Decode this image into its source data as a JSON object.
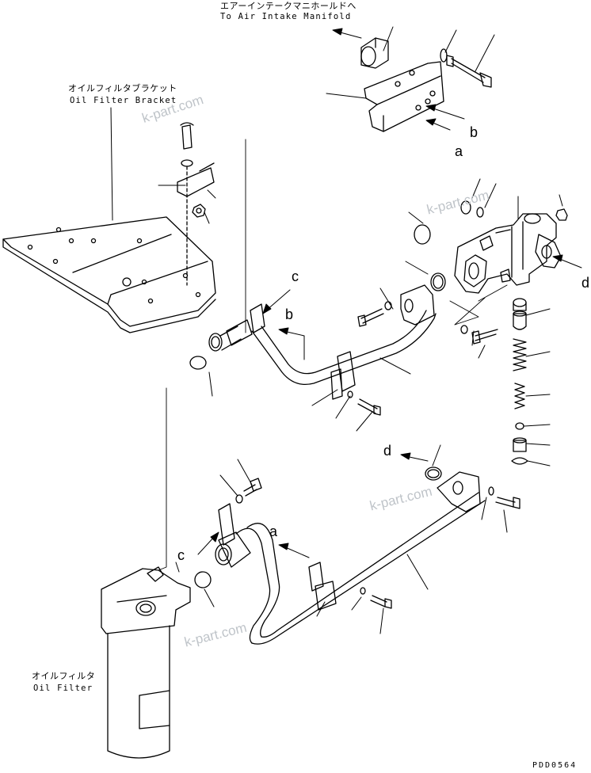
{
  "labels": {
    "air_intake_jp": "エアーインテークマニホールドへ",
    "air_intake_en": "To Air Intake Manifold",
    "bracket_jp": "オイルフィルタブラケット",
    "bracket_en": "Oil Filter Bracket",
    "filter_jp": "オイルフィルタ",
    "filter_en": "Oil Filter"
  },
  "callouts": {
    "a_top": "a",
    "b_top": "b",
    "c_upper": "c",
    "b_mid": "b",
    "d_right": "d",
    "d_lower": "d",
    "a_lower": "a",
    "c_lower": "c"
  },
  "watermark": "k-part.com",
  "drawing_number": "PDD0564",
  "colors": {
    "line": "#000000",
    "watermark": "#bfc4c9",
    "background": "#ffffff"
  }
}
